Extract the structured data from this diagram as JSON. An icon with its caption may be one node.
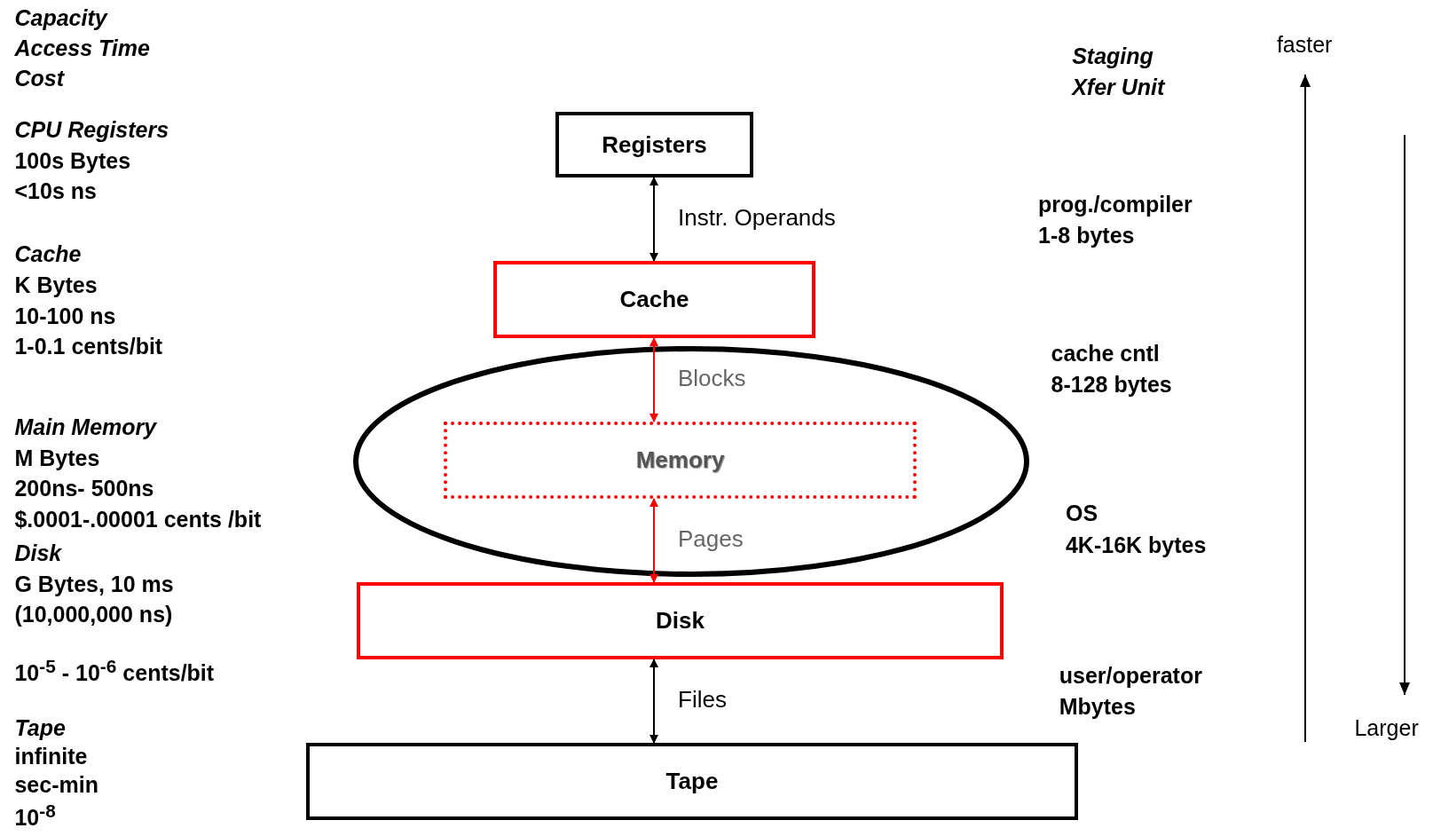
{
  "diagram": {
    "nodes": [
      {
        "text": [
          "Registers"
        ]
      },
      {
        "text": [
          "Cache"
        ]
      },
      {
        "text": [],
        "shape": "ellipse"
      },
      {
        "text": [
          "Memory"
        ],
        "in": 2
      },
      {
        "text": [
          "Disk"
        ]
      },
      {
        "text": [
          "Tape"
        ]
      }
    ],
    "edges": [
      {
        "from": 0,
        "to": 1,
        "arrow": "both",
        "label": "Instr. Operands"
      },
      {
        "from": 1,
        "to": 3,
        "arrow": "both",
        "label": "Blocks",
        "color": "#ff0000"
      },
      {
        "from": 3,
        "to": 4,
        "arrow": "both",
        "label": "Pages",
        "color": "#ff0000"
      },
      {
        "from": 4,
        "to": 5,
        "arrow": "both",
        "label": "Files"
      }
    ],
    "labels": [
      "Capacity",
      "Access Time",
      "Cost",
      "CPU Registers",
      "100s Bytes",
      "<10s ns",
      "Cache",
      "K Bytes",
      "10-100 ns",
      "1-0.1 cents/bit",
      "Main Memory",
      "M Bytes",
      "200ns- 500ns",
      "$.0001-.00001 cents /bit",
      "Disk",
      "G Bytes, 10 ms",
      "(10,000,000 ns)",
      "10$^{-5}$ - 10$^{-6}$ cents/bit",
      "Tape",
      "infinite",
      "sec-min",
      "10$^{-8}$",
      "Staging",
      "Xfer Unit",
      "faster",
      "prog./compiler",
      "1-8 bytes",
      "cache cntl",
      "8-128 bytes",
      "OS",
      "4K-16K bytes",
      "user/operator",
      "Mbytes",
      "Larger"
    ]
  }
}
